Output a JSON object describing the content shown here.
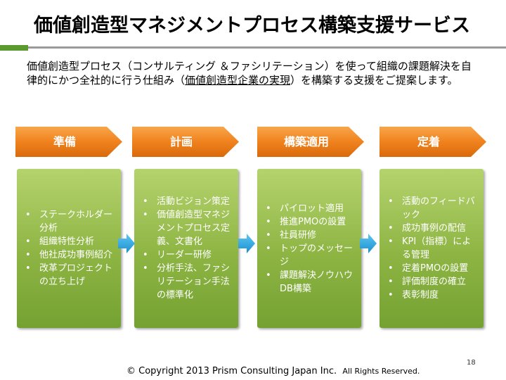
{
  "title": "価値創造型マネジメントプロセス構築支援サービス",
  "intro": {
    "text_before": "価値創造型プロセス（コンサルティング ＆ファシリテーション）を使って組織の課題解決を自律的にかつ全社的に行う仕組み（",
    "underlined": "価値創造型企業の実現",
    "text_after": "）を構築する支援をご提案します。"
  },
  "phases": [
    {
      "label": "準備",
      "items": [
        "ステークホルダー分析",
        "組織特性分析",
        "他社成功事例紹介",
        "改革プロジェクトの立ち上げ"
      ]
    },
    {
      "label": "計画",
      "items": [
        "活動ビジョン策定",
        "価値創造型マネジメントプロセス定義、文書化",
        "リーダー研修",
        "分析手法、ファシリテーション手法の標準化"
      ]
    },
    {
      "label": "構築適用",
      "items": [
        "パイロット適用",
        "推進PMOの設置",
        "社員研修",
        "トップのメッセージ",
        "課題解決ノウハウDB構築"
      ]
    },
    {
      "label": "定着",
      "items": [
        "活動のフィードバック",
        "成功事例の配信",
        "KPI（指標）による管理",
        "定着PMOの設置",
        "評価制度の確立",
        "表彰制度"
      ]
    }
  ],
  "footer": {
    "copyright": "© Copyright 2013   Prism Consulting Japan Inc.",
    "rights": "All Rights Reserved."
  },
  "page_number": "18",
  "colors": {
    "chevron": "#f0821e",
    "box": "#8db443",
    "arrow": "#29a3e0",
    "accent_green": "#5a9a2e"
  },
  "icons": {
    "flow_arrow": "right-arrow-icon"
  }
}
